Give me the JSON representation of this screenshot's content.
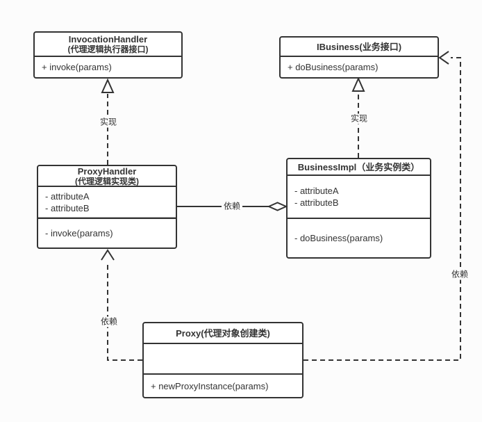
{
  "diagram": {
    "type": "uml-class-diagram",
    "colors": {
      "line": "#333333",
      "text": "#333333",
      "box_fill": "#ffffff",
      "background": "#fcfcfc"
    },
    "classes": {
      "invocation_handler": {
        "title_line1": "InvocationHandler",
        "title_line2": "(代理逻辑执行器接口)",
        "methods": [
          "+ invoke(params)"
        ]
      },
      "ibusiness": {
        "title": "IBusiness(业务接口)",
        "methods": [
          "+ doBusiness(params)"
        ]
      },
      "proxy_handler": {
        "title_line1": "ProxyHandler",
        "title_line2": "(代理逻辑实现类)",
        "attributes": [
          "- attributeA",
          "- attributeB"
        ],
        "methods": [
          "- invoke(params)"
        ]
      },
      "business_impl": {
        "title": "BusinessImpl（业务实例类）",
        "attributes": [
          "- attributeA",
          "- attributeB"
        ],
        "methods": [
          "- doBusiness(params)"
        ]
      },
      "proxy": {
        "title": "Proxy(代理对象创建类)",
        "methods": [
          "+ newProxyInstance(params)"
        ]
      }
    },
    "edge_labels": {
      "implements_left": "实现",
      "implements_right": "实现",
      "dependency_middle": "依赖",
      "dependency_left": "依赖",
      "dependency_right": "依赖"
    }
  }
}
